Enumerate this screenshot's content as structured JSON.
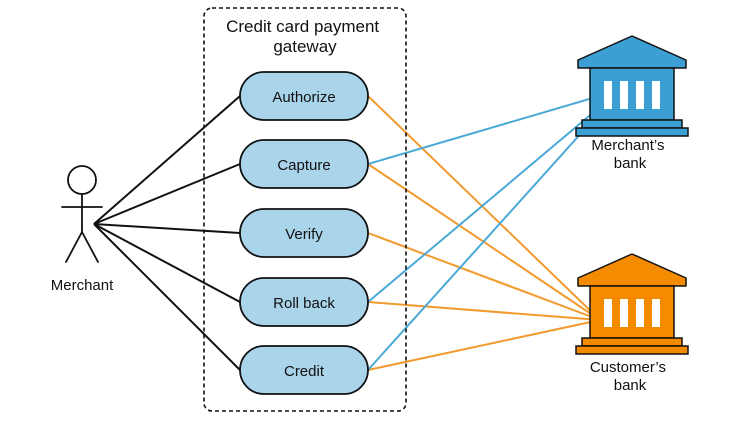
{
  "gateway": {
    "title_line1": "Credit card payment",
    "title_line2": "gateway"
  },
  "actor": {
    "label": "Merchant"
  },
  "use_cases": [
    {
      "label": "Authorize"
    },
    {
      "label": "Capture"
    },
    {
      "label": "Verify"
    },
    {
      "label": "Roll back"
    },
    {
      "label": "Credit"
    }
  ],
  "merchant_bank": {
    "line1": "Merchant’s",
    "line2": "bank",
    "icon": "bank-icon"
  },
  "customer_bank": {
    "line1": "Customer’s",
    "line2": "bank",
    "icon": "bank-icon"
  },
  "colors": {
    "use_case_fill": "#a9d4ea",
    "outline": "#111111",
    "merchant_bank": "#3b9fd4",
    "merchant_link": "#4aa9d6",
    "customer_bank": "#f58b00",
    "customer_link": "#f29a2e"
  },
  "links": {
    "merchant_bank": [
      "Capture",
      "Roll back",
      "Credit"
    ],
    "customer_bank": [
      "Authorize",
      "Capture",
      "Verify",
      "Roll back",
      "Credit"
    ]
  }
}
